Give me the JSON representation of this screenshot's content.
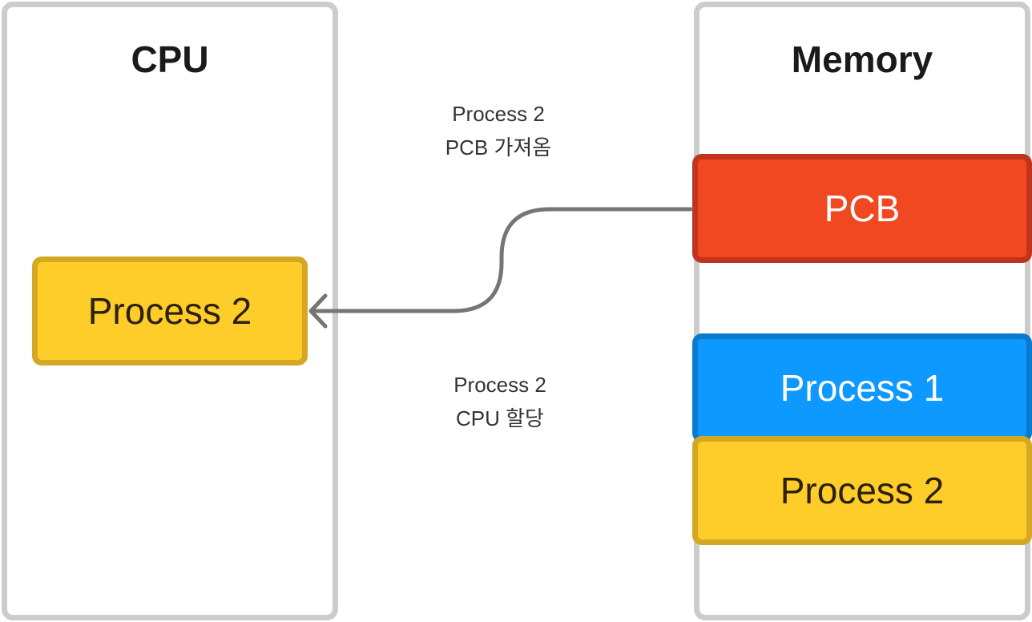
{
  "cpu": {
    "title": "CPU",
    "process": {
      "label": "Process 2"
    }
  },
  "memory": {
    "title": "Memory",
    "pcb": {
      "label": "PCB"
    },
    "processes": [
      {
        "label": "Process 1"
      },
      {
        "label": "Process 2"
      }
    ]
  },
  "annotations": {
    "fetch_pcb": {
      "line1": "Process 2",
      "line2": "PCB 가져옴"
    },
    "cpu_alloc": {
      "line1": "Process 2",
      "line2": "CPU 할당"
    }
  },
  "colors": {
    "panel_border": "#cccccc",
    "pcb_fill": "#f24822",
    "pcb_border": "#c0341d",
    "process1_fill": "#0d99ff",
    "process1_border": "#0a7acc",
    "process2_fill": "#ffcd29",
    "process2_border": "#d4a822",
    "arrow": "#757575"
  }
}
